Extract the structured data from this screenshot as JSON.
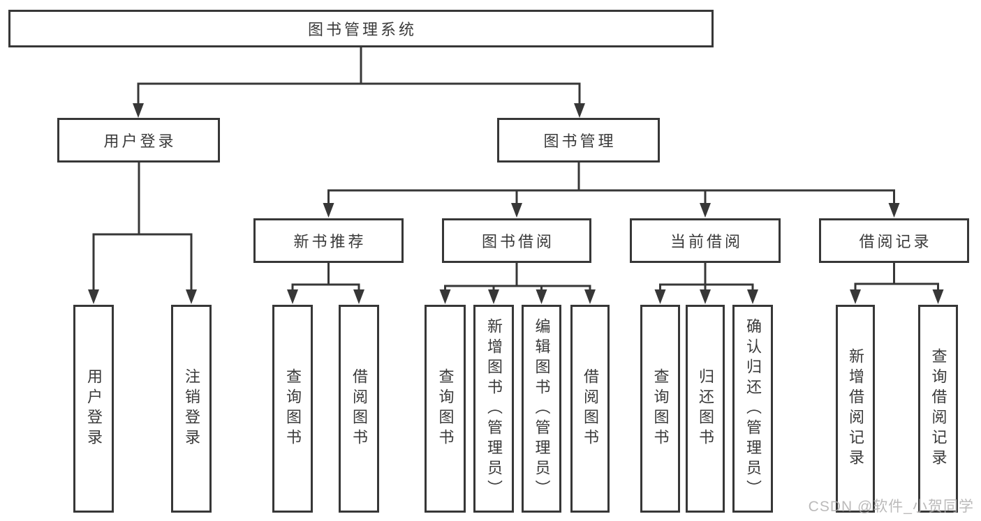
{
  "diagram": {
    "root": "图书管理系统",
    "level2": {
      "user_login": "用户登录",
      "book_mgmt": "图书管理"
    },
    "level3": {
      "new_book_rec": "新书推荐",
      "book_borrow": "图书借阅",
      "current_borrow": "当前借阅",
      "borrow_record": "借阅记录"
    },
    "leaves": {
      "user_login": "用户登录",
      "logout": "注销登录",
      "query_book_rec": "查询图书",
      "borrow_book_rec": "借阅图书",
      "query_book_bb": "查询图书",
      "add_book": "新增图书（管理员）",
      "edit_book": "编辑图书（管理员）",
      "borrow_book_bb": "借阅图书",
      "query_book_cur": "查询图书",
      "return_book": "归还图书",
      "confirm_return": "确认归还（管理员）",
      "add_record": "新增借阅记录",
      "query_record": "查询借阅记录"
    }
  },
  "watermark": "CSDN @软件_小贺同学",
  "colors": {
    "line": "#373737",
    "text": "#3a3a3a",
    "watermark": "#afaeae",
    "background": "#ffffff"
  }
}
